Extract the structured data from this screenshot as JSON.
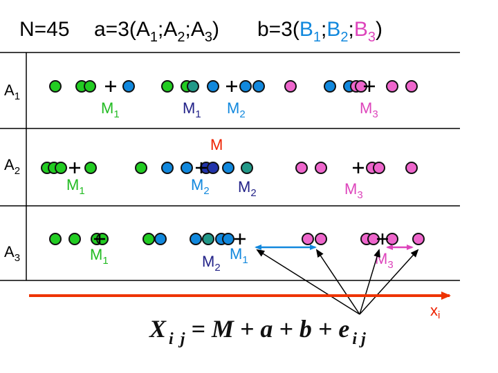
{
  "header": {
    "n_text": "N=45",
    "a_prefix": "a=3(A",
    "a_sub1": "1",
    "a_sep1": ";A",
    "a_sub2": "2",
    "a_sep2": ";A",
    "a_sub3": "3",
    "a_close": ")",
    "b_prefix": "b=3(",
    "b_B1": "B",
    "b_sub1": "1",
    "b_sep1": ";",
    "b_B2": "B",
    "b_sub2": "2",
    "b_sep2": ";",
    "b_B3": "B",
    "b_sub3": "3",
    "b_close": ")"
  },
  "rows": [
    {
      "label": "A",
      "sub": "1"
    },
    {
      "label": "A",
      "sub": "2"
    },
    {
      "label": "A",
      "sub": "3"
    }
  ],
  "m_labels": {
    "m": "M",
    "sub1": "1",
    "sub2": "2",
    "sub3": "3",
    "grand": "M"
  },
  "axis": {
    "label": "x",
    "sub": "i"
  },
  "formula": {
    "lhs": "X",
    "sub_i": "i",
    "sub_j": "j",
    "rhs": " = M + a + b + e",
    "sub_ij": "i j"
  },
  "colors": {
    "green": "#22cc22",
    "navy_blue": "#2233aa",
    "light_blue": "#1188dd",
    "teal": "#229988",
    "pink": "#ee66cc",
    "axis_red": "#ee3300"
  }
}
